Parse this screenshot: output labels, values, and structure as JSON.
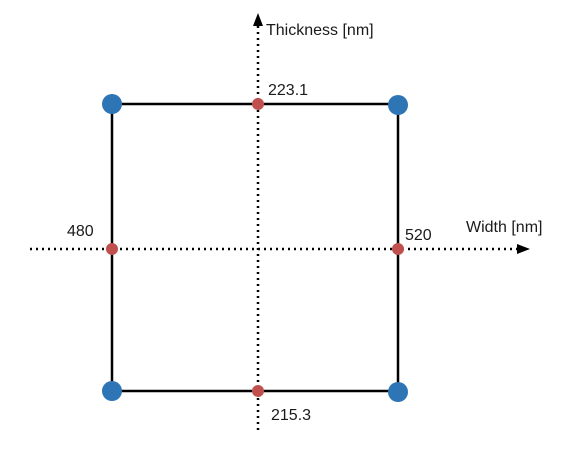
{
  "axes": {
    "vertical_label": "Thickness [nm]",
    "horizontal_label": "Width [nm]"
  },
  "values": {
    "thickness_max": "223.1",
    "thickness_min": "215.3",
    "width_min": "480",
    "width_max": "520"
  },
  "colors": {
    "corner_point": "#2e75b6",
    "midpoint": "#c0504d",
    "square_edge": "#000000",
    "axis_line": "#000000"
  }
}
